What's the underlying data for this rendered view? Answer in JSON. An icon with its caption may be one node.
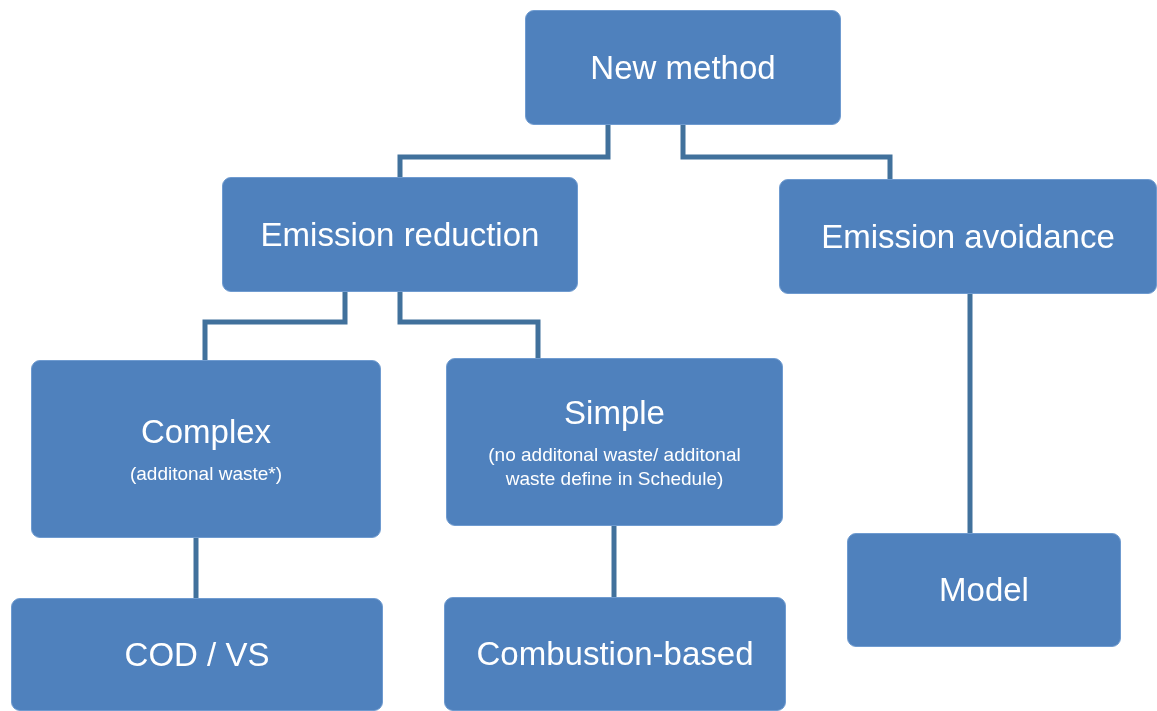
{
  "diagram": {
    "nodes": [
      {
        "text": [
          "New method"
        ]
      },
      {
        "text": [
          "Emission reduction"
        ]
      },
      {
        "text": [
          "Emission avoidance"
        ]
      },
      {
        "text": [
          "Complex",
          "(additonal waste*)"
        ]
      },
      {
        "text": [
          "Simple",
          "(no additonal waste/ additonal waste define in Schedule)"
        ]
      },
      {
        "text": [
          "COD / VS"
        ]
      },
      {
        "text": [
          "Combustion-based"
        ]
      },
      {
        "text": [
          "Model"
        ]
      }
    ],
    "edges": [
      {
        "from": 0,
        "to": 1,
        "arrow": "none"
      },
      {
        "from": 0,
        "to": 2,
        "arrow": "none"
      },
      {
        "from": 1,
        "to": 3,
        "arrow": "none"
      },
      {
        "from": 1,
        "to": 4,
        "arrow": "none"
      },
      {
        "from": 3,
        "to": 5,
        "arrow": "none"
      },
      {
        "from": 4,
        "to": 6,
        "arrow": "none"
      },
      {
        "from": 2,
        "to": 7,
        "arrow": "none"
      }
    ]
  }
}
